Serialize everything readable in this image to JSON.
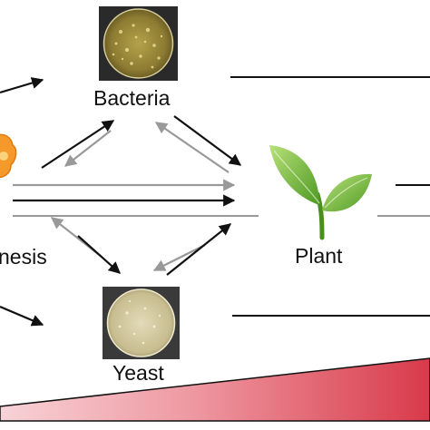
{
  "labels": {
    "bacteria": "Bacteria",
    "plant": "Plant",
    "yeast": "Yeast",
    "partial_left": "nesis"
  },
  "icons": {
    "bacteria_dish": "petri-dish-bacteria-icon",
    "yeast_dish": "petri-dish-yeast-icon",
    "plant": "plant-seedling-icon",
    "source": "orange-flower-icon"
  },
  "colors": {
    "arrow_black": "#111111",
    "arrow_gray": "#999999",
    "leaf_green": "#7cc243",
    "wedge_red": "#d83a4a",
    "wedge_pink": "#f7d3d7"
  }
}
